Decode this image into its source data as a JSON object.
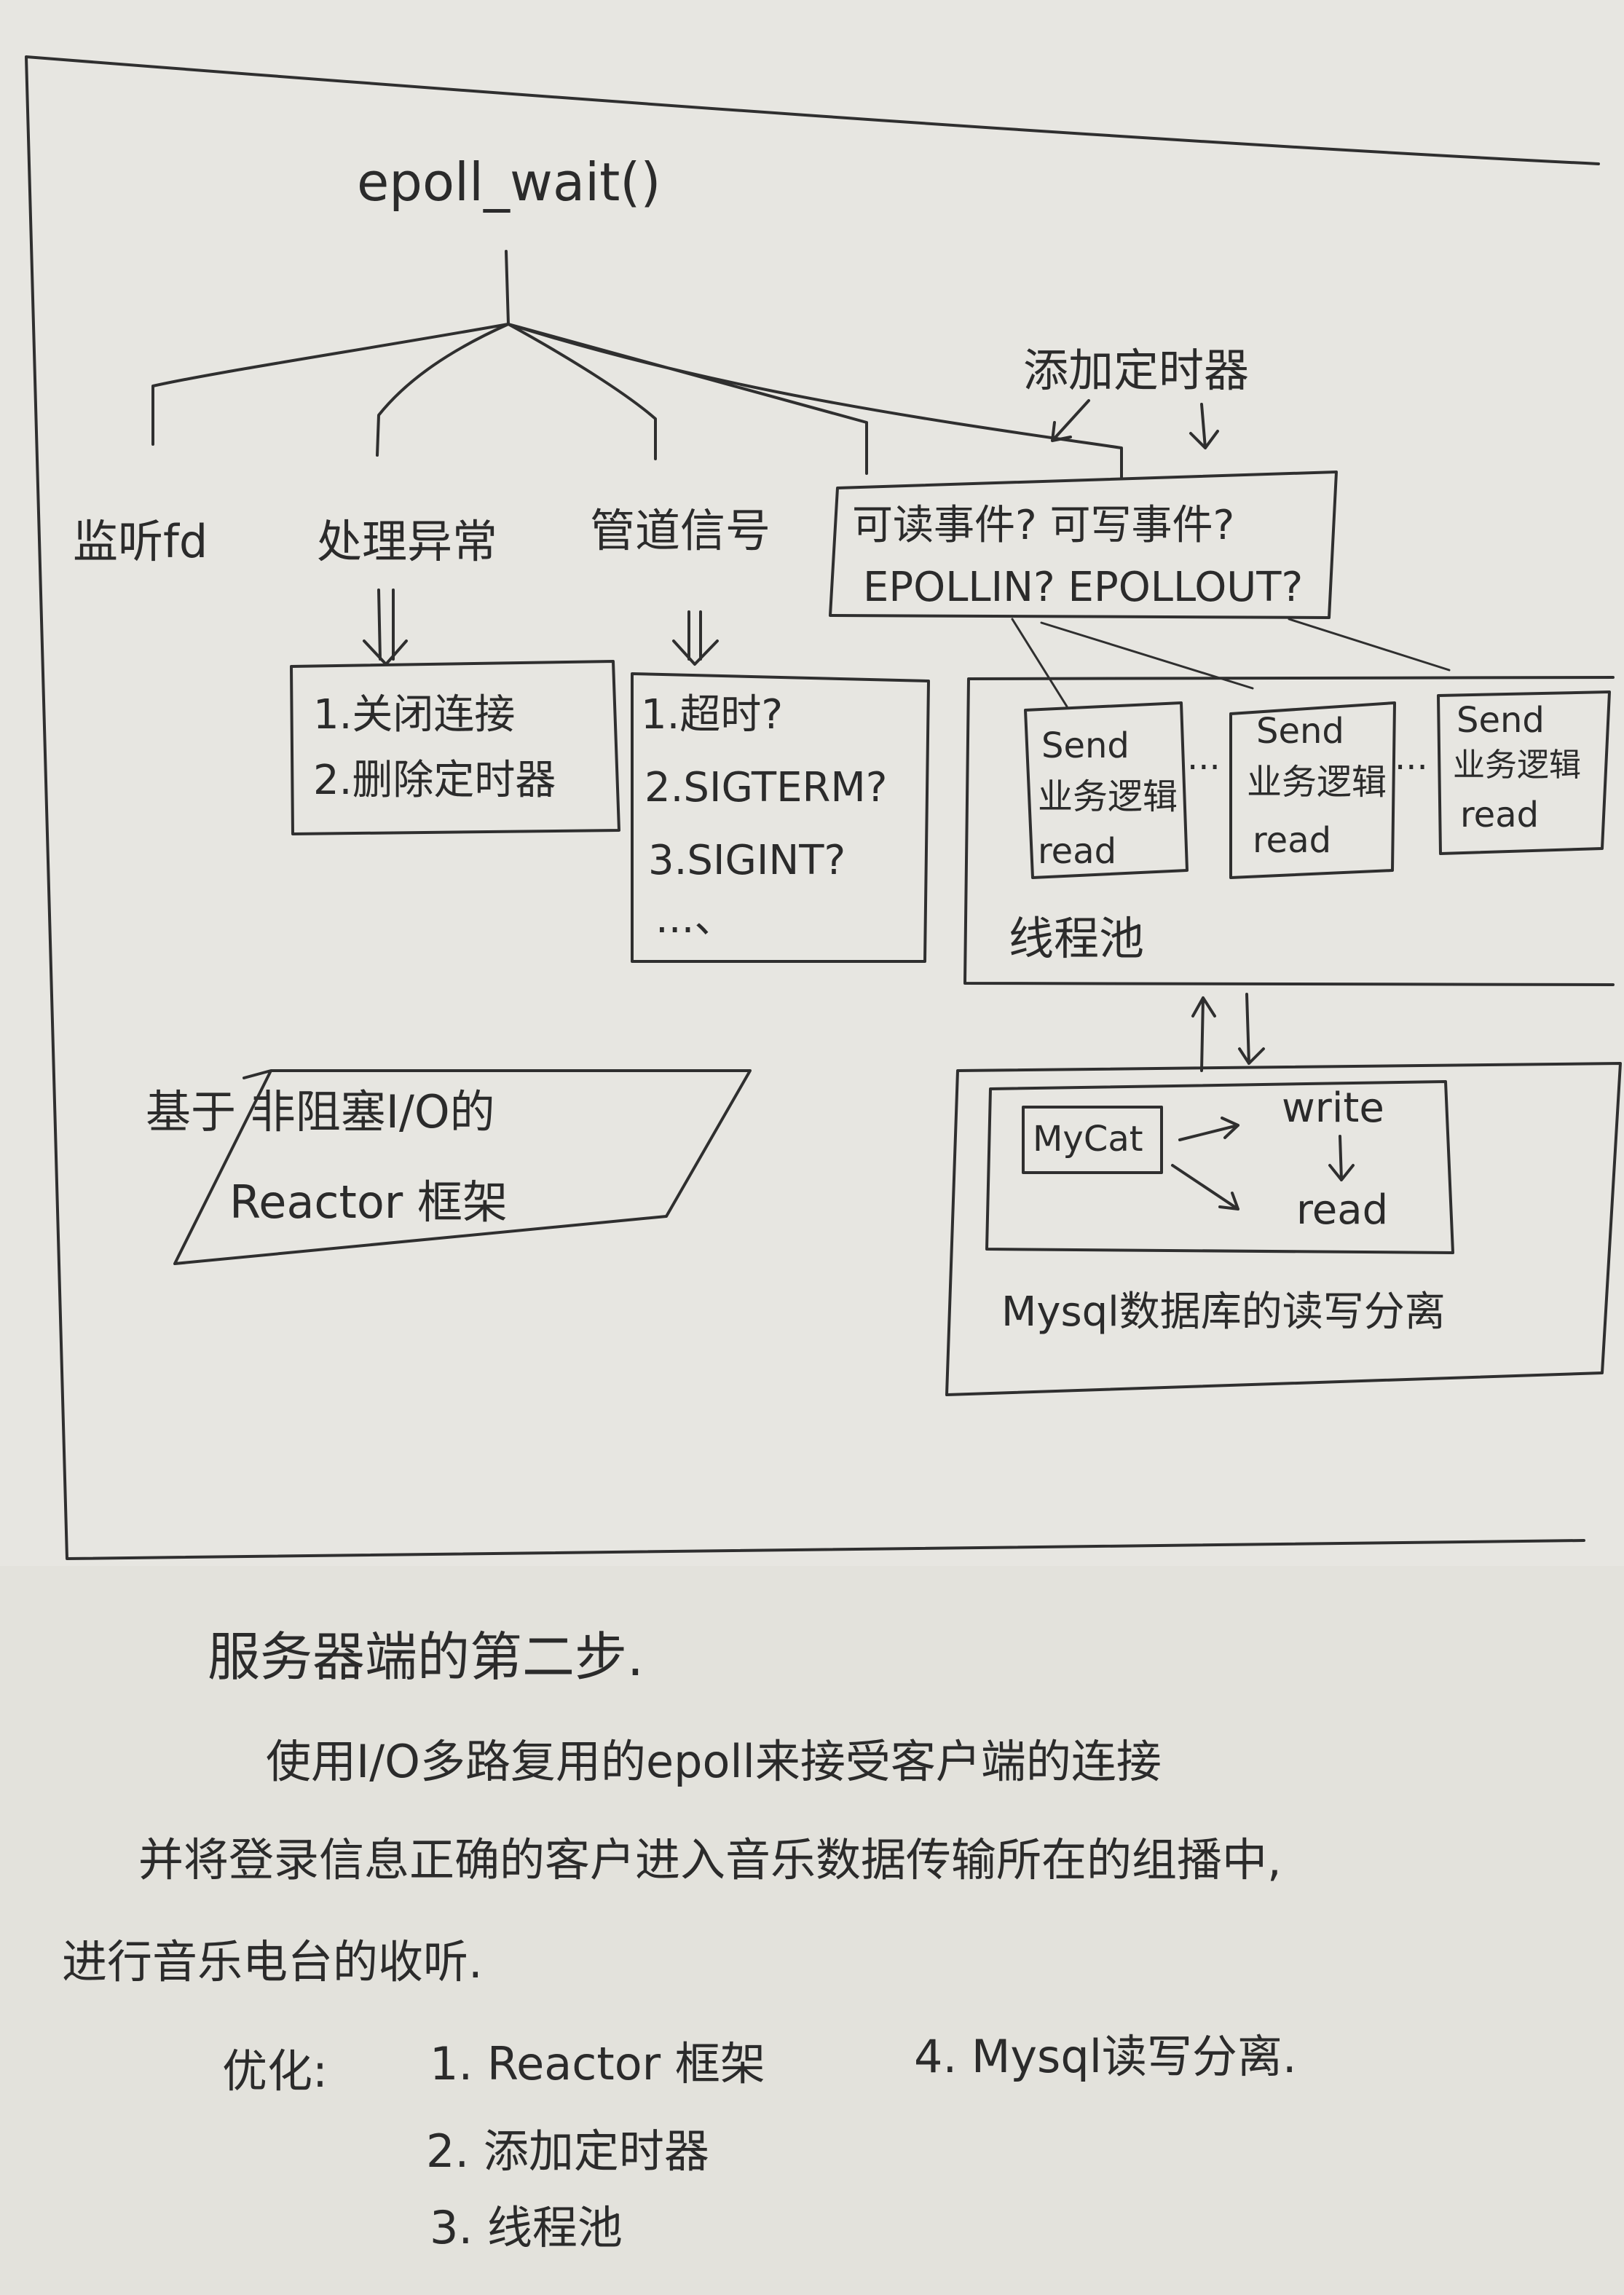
{
  "diagram": {
    "root": "epoll_wait()",
    "branches": {
      "listen_fd": "监听fd",
      "handle_exception": "处理异常",
      "pipe_signal": "管道信号",
      "events_line1": "可读事件?   可写事件?",
      "events_line2": "EPOLLIN?  EPOLLOUT?"
    },
    "add_timer_label": "添加定时器",
    "exception_box": [
      "1.关闭连接",
      "2.删除定时器"
    ],
    "signal_box": [
      "1.超时?",
      "2.SIGTERM?",
      "3.SIGINT?",
      "...、"
    ],
    "thread_pool": {
      "label": "线程池",
      "workers": [
        [
          "Send",
          "业务逻辑",
          "read"
        ],
        [
          "Send",
          "业务逻辑",
          "read"
        ],
        [
          "Send",
          "业务逻辑",
          "read"
        ]
      ],
      "ellipsis": "···"
    },
    "reactor_note_line1": "基于 非阻塞I/O的",
    "reactor_note_line2": "Reactor 框架",
    "mysql": {
      "mycat": "MyCat",
      "write": "write",
      "read": "read",
      "caption": "Mysql数据库的读写分离"
    }
  },
  "notes": {
    "heading": "服务器端的第二步.",
    "paragraph": [
      "使用I/O多路复用的epoll来接受客户端的连接",
      "并将登录信息正确的客户进入音乐数据传输所在的组播中,",
      "进行音乐电台的收听."
    ],
    "optimization_label": "优化:",
    "optimizations": [
      "1. Reactor 框架",
      "2. 添加定时器",
      "3. 线程池",
      "4. Mysql读写分离."
    ]
  }
}
